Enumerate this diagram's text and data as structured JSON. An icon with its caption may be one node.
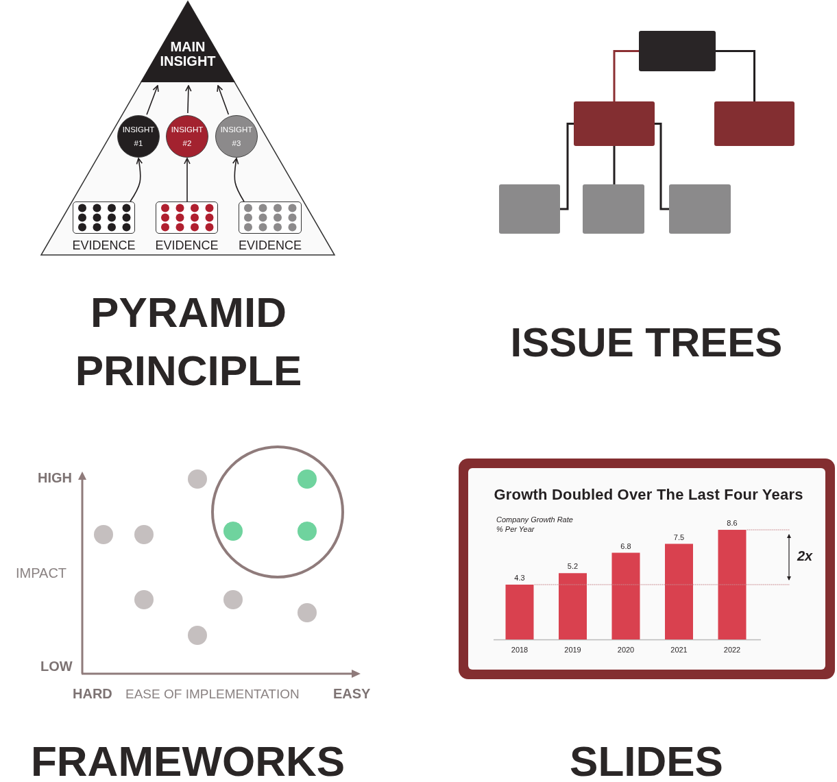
{
  "diagram": {
    "nodes": [
      {
        "text": [
          "MAIN INSIGHT"
        ]
      },
      {
        "text": [
          "INSIGHT #1"
        ]
      },
      {
        "text": [
          "INSIGHT #2"
        ]
      },
      {
        "text": [
          "INSIGHT #3"
        ]
      },
      {
        "text": [
          "EVIDENCE"
        ]
      },
      {
        "text": [
          "EVIDENCE"
        ]
      },
      {
        "text": [
          "EVIDENCE"
        ]
      },
      {
        "text": [],
        "shape": "box"
      },
      {
        "text": [],
        "shape": "box"
      },
      {
        "text": [],
        "shape": "box"
      },
      {
        "text": [],
        "shape": "box"
      },
      {
        "text": [],
        "shape": "box"
      },
      {
        "text": [],
        "shape": "box"
      }
    ],
    "edges": [
      {
        "from": 1,
        "to": 0,
        "arrow": "to"
      },
      {
        "from": 2,
        "to": 0,
        "arrow": "to"
      },
      {
        "from": 3,
        "to": 0,
        "arrow": "to"
      },
      {
        "from": 4,
        "to": 1,
        "arrow": "to"
      },
      {
        "from": 5,
        "to": 2,
        "arrow": "to"
      },
      {
        "from": 6,
        "to": 3,
        "arrow": "to"
      },
      {
        "from": 7,
        "to": 8,
        "arrow": "none",
        "color": "#8b2f32"
      },
      {
        "from": 7,
        "to": 9,
        "arrow": "none"
      },
      {
        "from": 8,
        "to": 10,
        "arrow": "none"
      },
      {
        "from": 8,
        "to": 11,
        "arrow": "none"
      },
      {
        "from": 8,
        "to": 12,
        "arrow": "none"
      }
    ],
    "labels": [
      "PYRAMID PRINCIPLE",
      "ISSUE TREES",
      "HIGH",
      "IMPACT",
      "LOW",
      "HARD",
      "EASE OF IMPLEMENTATION",
      "EASY",
      "FRAMEWORKS",
      "SLIDES"
    ],
    "chart_data": {
      "type": "bar",
      "title": "Growth Doubled Over The Last Four Years",
      "ylabel": "Company Growth Rate % Per Year",
      "categories": [
        "2018",
        "2019",
        "2020",
        "2021",
        "2022"
      ],
      "values": [
        4.3,
        5.2,
        6.8,
        7.5,
        8.6
      ],
      "data_labels": true,
      "annotations": [
        "2x"
      ]
    }
  }
}
